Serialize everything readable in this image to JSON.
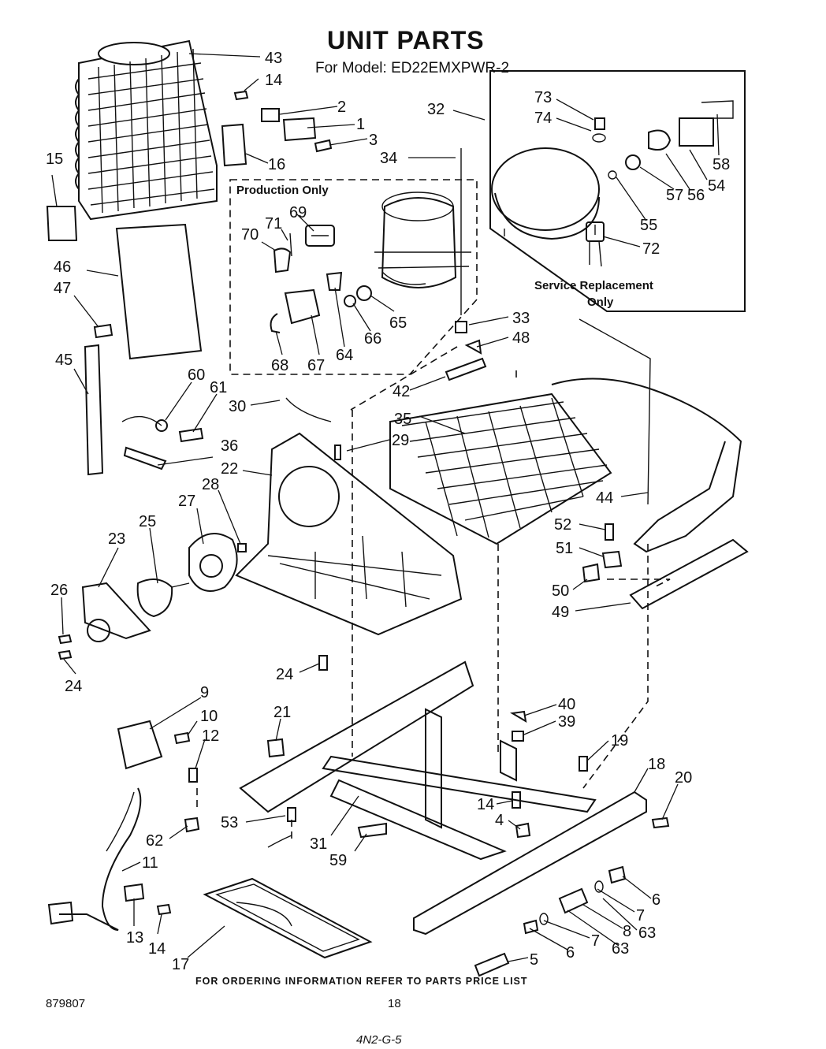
{
  "header": {
    "title": "UNIT PARTS",
    "model_line": "For Model: ED22EMXPWR-2"
  },
  "boxes": {
    "production_label": "Production Only",
    "service_line1": "Service Replacement",
    "service_line2": "Only"
  },
  "footer": {
    "ordering_note": "FOR ORDERING INFORMATION REFER TO PARTS PRICE LIST",
    "doc_number": "879807",
    "page_number": "18",
    "handwritten_note": "4N2-G-5"
  },
  "callouts": {
    "c43": "43",
    "c14a": "14",
    "c2": "2",
    "c1": "1",
    "c3": "3",
    "c16": "16",
    "c15": "15",
    "c32": "32",
    "c34": "34",
    "c73": "73",
    "c74": "74",
    "c58": "58",
    "c54": "54",
    "c56": "56",
    "c57": "57",
    "c55": "55",
    "c72": "72",
    "c69": "69",
    "c71": "71",
    "c70": "70",
    "c65": "65",
    "c66": "66",
    "c64": "64",
    "c67": "67",
    "c68": "68",
    "c46": "46",
    "c47": "47",
    "c45": "45",
    "c33": "33",
    "c48": "48",
    "c42": "42",
    "c60": "60",
    "c61": "61",
    "c30": "30",
    "c35": "35",
    "c29": "29",
    "c36": "36",
    "c22": "22",
    "c28": "28",
    "c27": "27",
    "c25": "25",
    "c23": "23",
    "c44": "44",
    "c52": "52",
    "c51": "51",
    "c50": "50",
    "c49": "49",
    "c26": "26",
    "c24a": "24",
    "c24b": "24",
    "c9": "9",
    "c10": "10",
    "c12": "12",
    "c21": "21",
    "c40": "40",
    "c39": "39",
    "c19": "19",
    "c18": "18",
    "c20": "20",
    "c14b": "14",
    "c4": "4",
    "c53": "53",
    "c31": "31",
    "c62": "62",
    "c59": "59",
    "c11": "11",
    "c6a": "6",
    "c7a": "7",
    "c8": "8",
    "c63a": "63",
    "c7b": "7",
    "c13": "13",
    "c14c": "14",
    "c17": "17",
    "c5": "5",
    "c6b": "6",
    "c63b": "63"
  }
}
